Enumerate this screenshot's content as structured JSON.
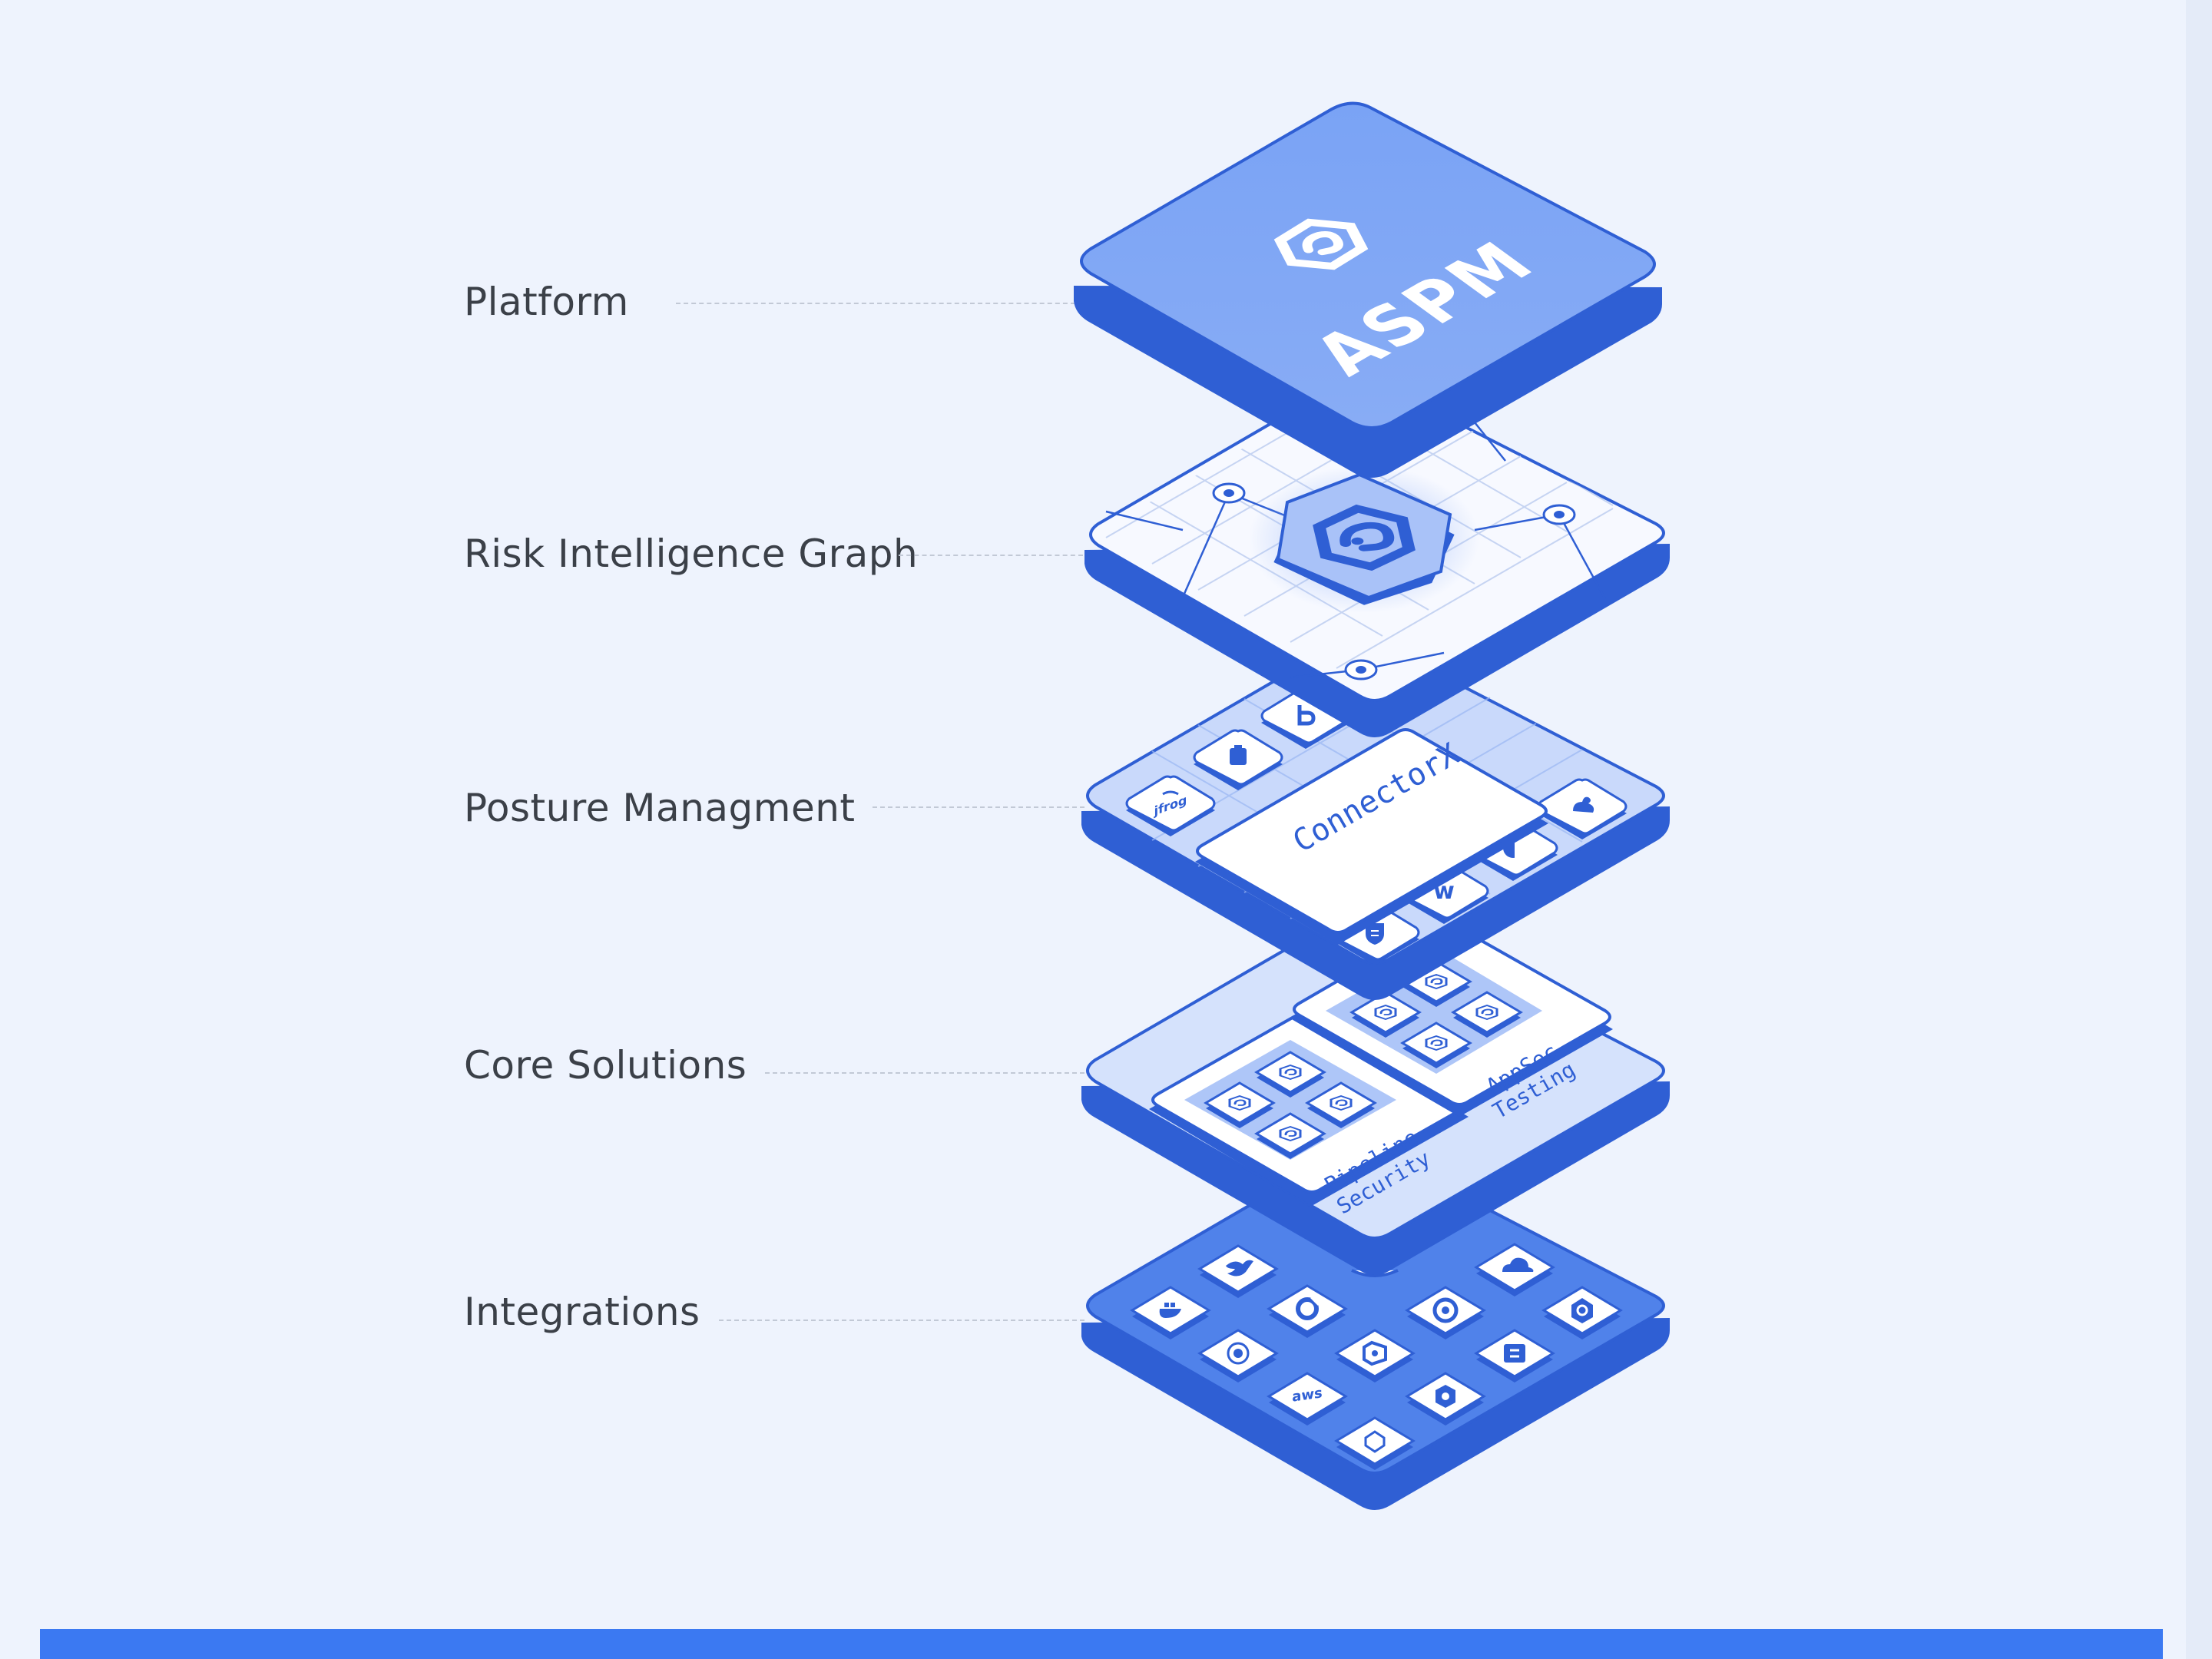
{
  "layers": [
    {
      "label": "Platform"
    },
    {
      "label": "Risk Intelligence Graph"
    },
    {
      "label": "Posture Managment"
    },
    {
      "label": "Core Solutions"
    },
    {
      "label": "Integrations"
    }
  ],
  "platform": {
    "title": "ASPM"
  },
  "posture": {
    "card": "ConnectorX",
    "icons": [
      "jfrog-icon",
      "clipboard-icon",
      "b-logo-icon",
      "duck-icon",
      "half-circle-icon",
      "w-logo-icon",
      "shield-icon"
    ],
    "jfrog_text": "jfrog",
    "w_text": "w"
  },
  "core": {
    "card1_line1": "Pipeline",
    "card1_line2": "Security",
    "card2_line1": "AppSec",
    "card2_line2": "Testing"
  },
  "integrations": {
    "aws_text": "aws",
    "icons": [
      "docker-icon",
      "bird-icon",
      "bitbucket-icon",
      "octocat-icon",
      "circleci-icon",
      "cloud-icon",
      "kubernetes-icon",
      "azure-devops-icon",
      "gitlab-icon",
      "aws-icon",
      "gcp-icon",
      "box-icon"
    ]
  },
  "colors": {
    "background": "#eef3fd",
    "accent": "#2f5fd4",
    "platform_top": "#7da4f4",
    "integrations_top": "#4f7fe8",
    "light_tile": "#dbe6fd",
    "bar": "#3b79f2"
  }
}
